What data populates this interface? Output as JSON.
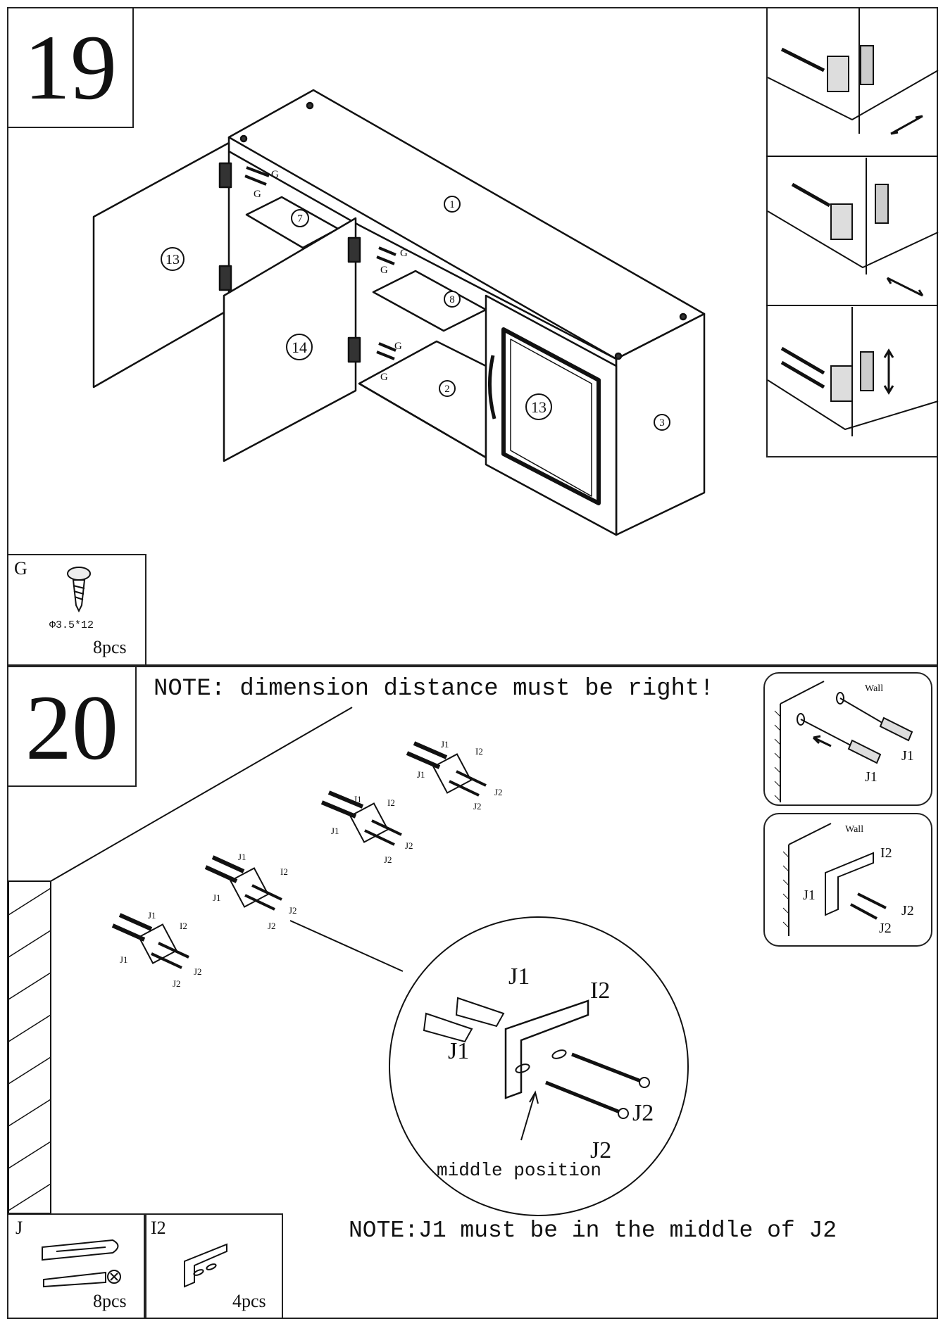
{
  "step19": {
    "number": "19",
    "part_labels": [
      "1",
      "7",
      "13",
      "14",
      "8",
      "2",
      "13",
      "3"
    ],
    "screw_label": "G",
    "box": {
      "code": "G",
      "size": "Φ3.5*12",
      "qty": "8pcs"
    }
  },
  "step20": {
    "number": "20",
    "note_top": "NOTE: dimension distance must be right!",
    "note_bottom": "NOTE:J1 must be in the middle of J2",
    "labels": {
      "j1": "J1",
      "j2": "J2",
      "i2": "I2",
      "wall": "Wall"
    },
    "zoom_caption": "middle position",
    "box_j": {
      "code": "J",
      "qty": "8pcs"
    },
    "box_i2": {
      "code": "I2",
      "qty": "4pcs"
    }
  }
}
